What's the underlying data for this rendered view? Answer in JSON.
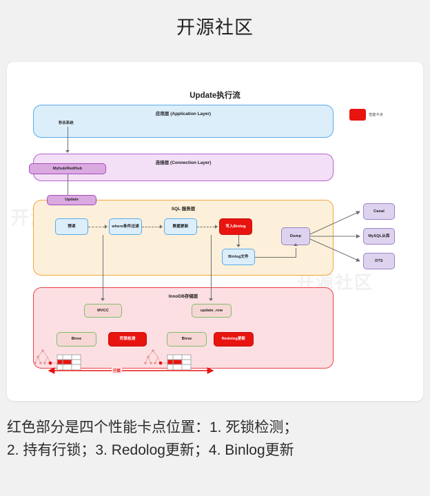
{
  "header": {
    "title": "开源社区"
  },
  "diagram": {
    "title": "Update执行流",
    "legend": {
      "label": "性能卡点",
      "color": "#e8140f"
    },
    "watermarks": [
      "开源社区",
      "开源社区"
    ],
    "layers": {
      "application": {
        "label": "应用层 (Application Layer)",
        "nodes": [
          {
            "label": "秒杀系统"
          }
        ],
        "fill": "#ddeefb",
        "border": "#58abe9"
      },
      "connection": {
        "label": "连接层 (Connection Layer)",
        "nodes": [
          {
            "label": "Myhub/RedHub"
          }
        ],
        "fill": "#f3e0f7",
        "border": "#b760cc"
      },
      "sql": {
        "label": "SQL 服务层",
        "fill": "#fdf0da",
        "border": "#f0a53c",
        "nodes": [
          {
            "label": "Update"
          },
          {
            "label": "预读"
          },
          {
            "label": "where条件过滤"
          },
          {
            "label": "数据更新"
          },
          {
            "label": "写入Binlog"
          },
          {
            "label": "Binlog文件"
          },
          {
            "label": "Dump"
          }
        ]
      },
      "innodb": {
        "label": "InnoDB存储层",
        "fill": "#fcdfe2",
        "border": "#e8404a",
        "nodes": [
          {
            "label": "MVCC"
          },
          {
            "label": "update_row"
          },
          {
            "label": "Btree"
          },
          {
            "label": "死锁检测"
          },
          {
            "label": "Btree"
          },
          {
            "label": "Redolog更新"
          }
        ],
        "row_lock_label": "行锁"
      }
    },
    "consumers": [
      {
        "label": "Canal"
      },
      {
        "label": "MySQL从库"
      },
      {
        "label": "DTS"
      }
    ]
  },
  "caption": {
    "line1": "红色部分是四个性能卡点位置：1. 死锁检测；",
    "line2": "2. 持有行锁；3. Redolog更新；4. Binlog更新"
  }
}
